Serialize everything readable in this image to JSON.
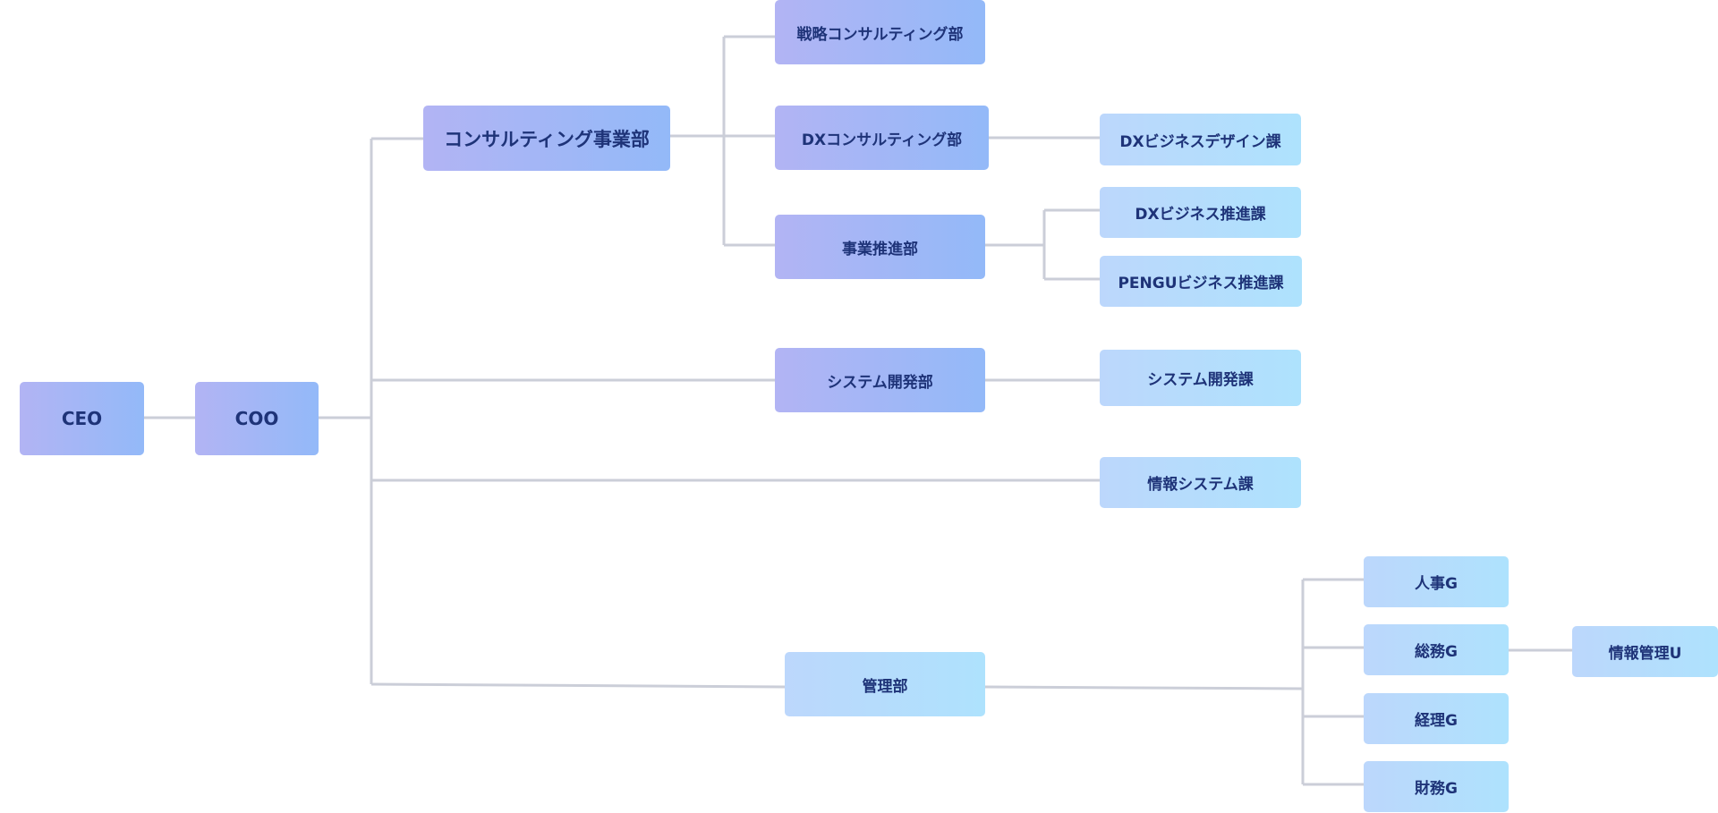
{
  "colors": {
    "dept_gradient": [
      "#b2b4f4",
      "#93b9f8"
    ],
    "section_gradient": [
      "#bcd7fc",
      "#aee2fd"
    ],
    "text": "#1e3378",
    "connector": "#cbced8"
  },
  "org": {
    "ceo": "CEO",
    "coo": "COO",
    "consulting_division": "コンサルティング事業部",
    "strategy_consulting": "戦略コンサルティング部",
    "dx_consulting": "DXコンサルティング部",
    "dx_business_design": "DXビジネスデザイン課",
    "business_promotion": "事業推進部",
    "dx_business_promotion": "DXビジネス推進課",
    "pengu_business_promotion": "PENGUビジネス推進課",
    "system_development": "システム開発部",
    "system_development_section": "システム開発課",
    "information_systems": "情報システム課",
    "administration": "管理部",
    "hr_group": "人事G",
    "general_affairs_group": "総務G",
    "info_management_unit": "情報管理U",
    "accounting_group": "経理G",
    "finance_group": "財務G"
  }
}
